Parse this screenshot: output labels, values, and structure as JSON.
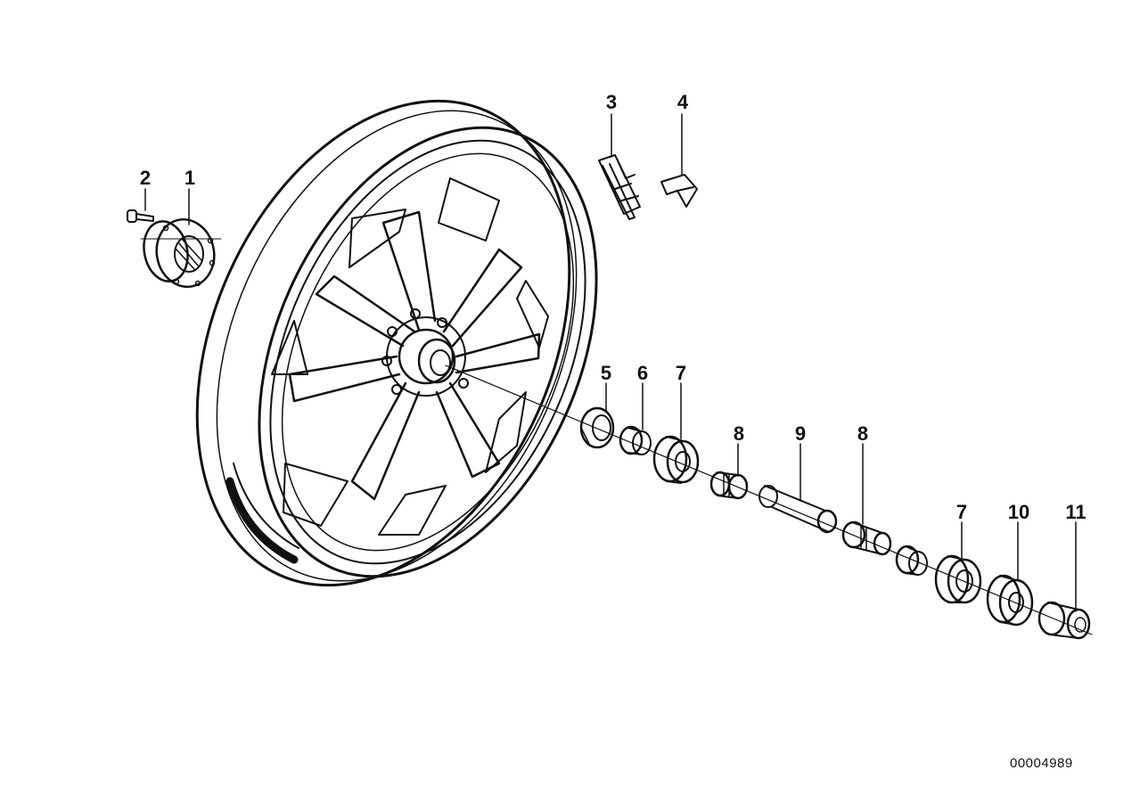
{
  "diagram": {
    "callouts": [
      {
        "id": "c1",
        "label": "1"
      },
      {
        "id": "c2",
        "label": "2"
      },
      {
        "id": "c3",
        "label": "3"
      },
      {
        "id": "c4",
        "label": "4"
      },
      {
        "id": "c5",
        "label": "5"
      },
      {
        "id": "c6",
        "label": "6"
      },
      {
        "id": "c7a",
        "label": "7"
      },
      {
        "id": "c8a",
        "label": "8"
      },
      {
        "id": "c9",
        "label": "9"
      },
      {
        "id": "c8b",
        "label": "8"
      },
      {
        "id": "c7b",
        "label": "7"
      },
      {
        "id": "c10",
        "label": "10"
      },
      {
        "id": "c11",
        "label": "11"
      }
    ],
    "reference_number": "00004989",
    "ink_color": "#111111",
    "background_color": "#ffffff"
  }
}
